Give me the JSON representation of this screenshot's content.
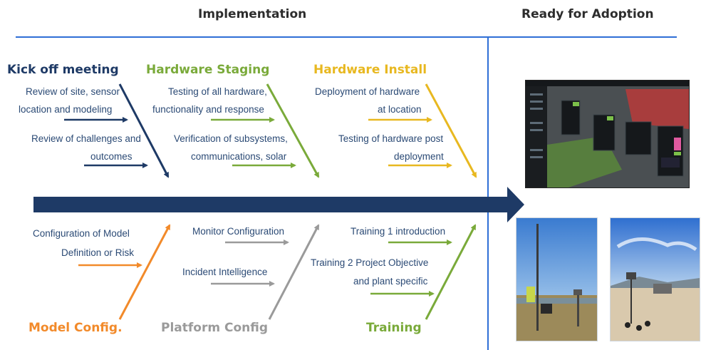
{
  "headers": {
    "implementation": "Implementation",
    "ready": "Ready for Adoption"
  },
  "categories": {
    "kickoff": {
      "label": "Kick off meeting",
      "color": "#1e3a66"
    },
    "staging": {
      "label": "Hardware Staging",
      "color": "#7aaa3a"
    },
    "install": {
      "label": "Hardware Install",
      "color": "#e8b820"
    },
    "model": {
      "label": "Model Config.",
      "color": "#f28a2a"
    },
    "platform": {
      "label": "Platform Config",
      "color": "#9a9a9a"
    },
    "training": {
      "label": "Training",
      "color": "#7aaa3a"
    }
  },
  "items": {
    "kickoff_1a": "Review of site, sensor",
    "kickoff_1b": "location and modeling",
    "kickoff_2a": "Review of challenges and",
    "kickoff_2b": "outcomes",
    "staging_1a": "Testing of all hardware,",
    "staging_1b": "functionality and response",
    "staging_2a": "Verification of subsystems,",
    "staging_2b": "communications, solar",
    "install_1a": "Deployment of hardware",
    "install_1b": "at location",
    "install_2a": "Testing of hardware post",
    "install_2b": "deployment",
    "model_1a": "Configuration of Model",
    "model_1b": "Definition or Risk",
    "platform_1": "Monitor Configuration",
    "platform_2": "Incident Intelligence",
    "training_1": "Training 1 introduction",
    "training_2a": "Training 2 Project Objective",
    "training_2b": "and plant specific"
  },
  "colors": {
    "navy": "#1e3a66",
    "blue_rule": "#2f6fd6",
    "green": "#7aaa3a",
    "yellow": "#e8b820",
    "orange": "#f28a2a",
    "gray": "#9a9a9a"
  }
}
